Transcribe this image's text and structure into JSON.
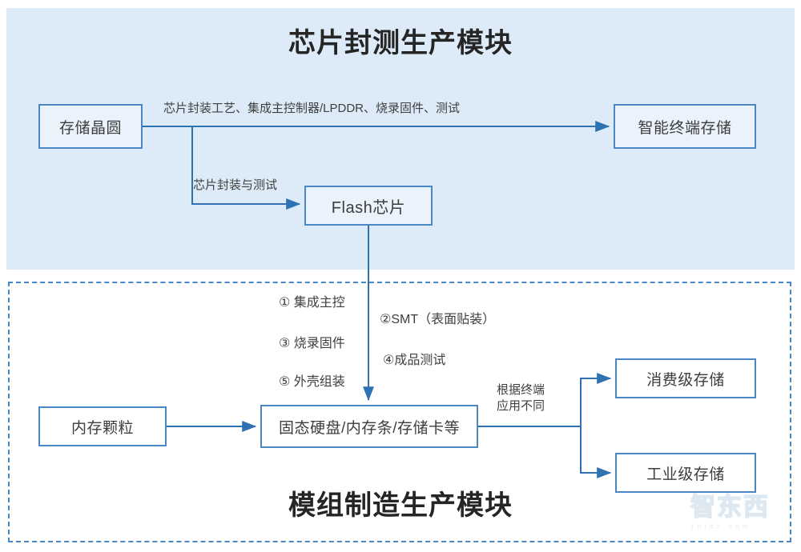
{
  "diagram": {
    "title_top": "芯片封测生产模块",
    "title_bottom": "模组制造生产模块",
    "colors": {
      "panel_top_bg": "#dcebf7",
      "box_border": "#4a87c4",
      "arrow": "#2f72b4",
      "dashed_border": "#4a88c7",
      "text": "#3d3d3d"
    }
  },
  "nodes": {
    "wafer": "存储晶圆",
    "smart_terminal_storage": "智能终端存储",
    "flash_chip": "Flash芯片",
    "dram_granule": "内存颗粒",
    "module_products": "固态硬盘/内存条/存储卡等",
    "consumer_storage": "消费级存储",
    "industrial_storage": "工业级存储"
  },
  "edge_labels": {
    "top_process": "芯片封装工艺、集成主控制器/LPDDR、烧录固件、测试",
    "package_test": "芯片封装与测试",
    "step1": "① 集成主控",
    "step2": "②SMT（表面贴装）",
    "step3": "③ 烧录固件",
    "step4": "④成品测试",
    "step5": "⑤ 外壳组装",
    "branch_line1": "根据终端",
    "branch_line2": "应用不同"
  },
  "watermark": {
    "main": "智东西",
    "sub": "zhidx.com"
  }
}
